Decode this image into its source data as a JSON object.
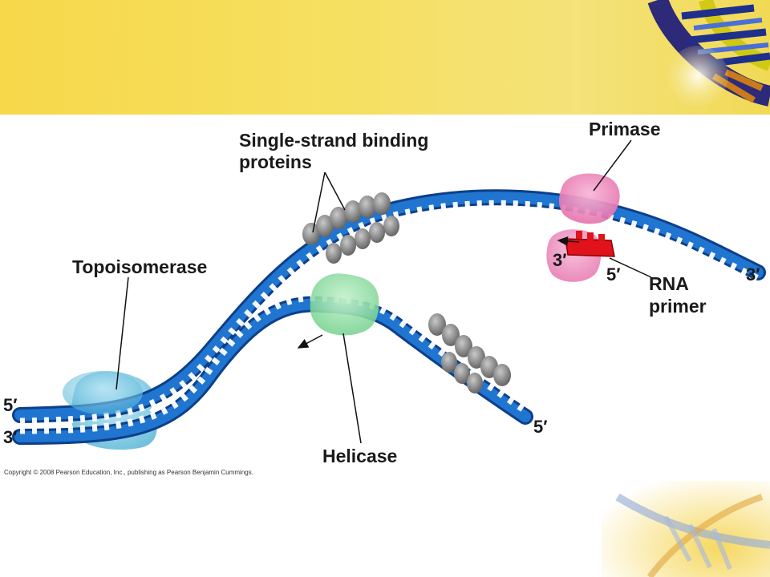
{
  "diagram": {
    "labels": {
      "ssb_line1": "Single-strand binding",
      "ssb_line2": "proteins",
      "primase": "Primase",
      "topoisomerase": "Topoisomerase",
      "helicase": "Helicase",
      "rna_primer_line1": "RNA",
      "rna_primer_line2": "primer"
    },
    "ends": {
      "left_top_5": "5′",
      "left_bottom_3": "3′",
      "primase_3": "3′",
      "primase_5": "5′",
      "top_right_3": "3′",
      "bottom_right_5": "5′"
    }
  },
  "copyright": "Copyright © 2008 Pearson Education, Inc., publishing as Pearson Benjamin Cummings."
}
